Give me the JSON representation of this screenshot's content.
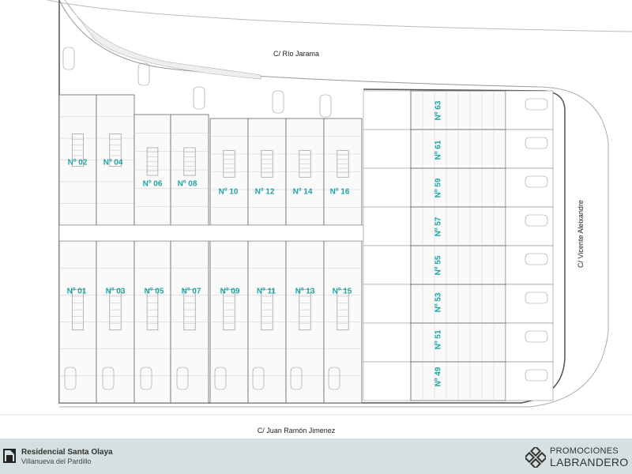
{
  "streets": {
    "north": "C/ Río Jarama",
    "south": "C/ Juan Ramón Jimenez",
    "east": "C/ Vicente Aleixandre"
  },
  "units_north": [
    "Nº 02",
    "Nº 04",
    "Nº 06",
    "Nº 08",
    "Nº 10",
    "Nº 12",
    "Nº 14",
    "Nº 16"
  ],
  "units_south": [
    "Nº 01",
    "Nº 03",
    "Nº 05",
    "Nº 07",
    "Nº 09",
    "Nº 11",
    "Nº 13",
    "Nº 15"
  ],
  "units_east": [
    "Nº 63",
    "Nº 61",
    "Nº 59",
    "Nº 57",
    "Nº 55",
    "Nº 53",
    "Nº 51",
    "Nº 49"
  ],
  "footer": {
    "title": "Residencial Santa Olaya",
    "subtitle": "Villanueva del Pardillo",
    "brand_line1": "PROMOCIONES",
    "brand_line2": "LABRANDERO"
  },
  "colors": {
    "label": "#1fa3a3",
    "footer_bg": "#d5e0e0"
  }
}
